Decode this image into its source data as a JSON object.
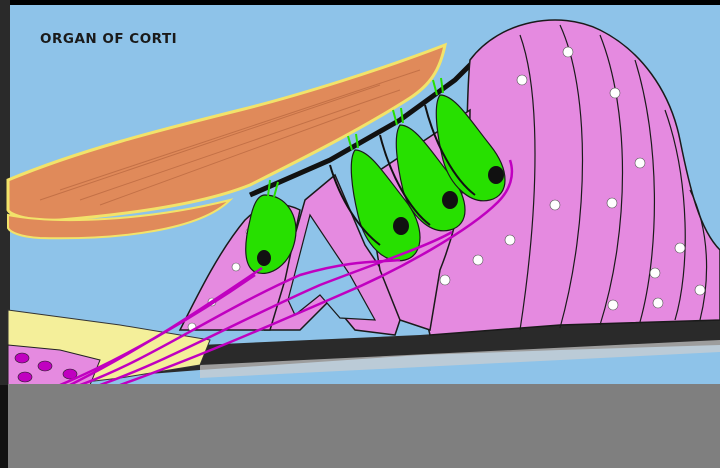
{
  "title": "ORGAN OF CORTI",
  "colors": {
    "background": "#8ec3e9",
    "tectorial_membrane": "#e08a5a",
    "supporting_cells": "#e58ae0",
    "hair_cells": "#27e000",
    "nerve_fibers": "#c000c0",
    "basilar_membrane": "#1a1a1a",
    "lower_band": "#7f7f7f"
  },
  "structures": {
    "tectorial_membrane": "tectorial-membrane",
    "outer_hair_cells": "outer-hair-cells",
    "inner_hair_cell": "inner-hair-cell",
    "pillar_cells": "pillar-cells",
    "hensen_cells": "hensen-cells",
    "nerve_fibers": "nerve-fibers",
    "basilar_membrane": "basilar-membrane"
  }
}
